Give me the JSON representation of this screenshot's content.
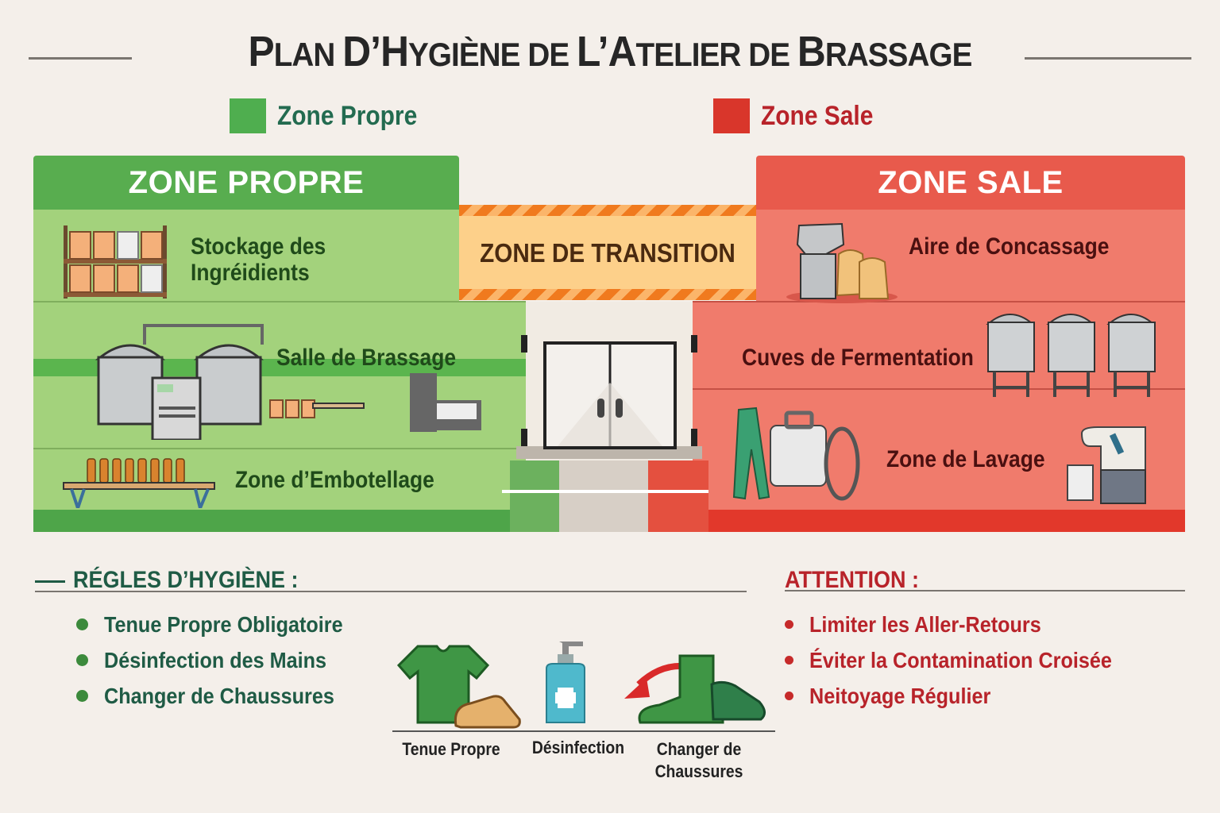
{
  "header": {
    "title_parts": [
      "P",
      "LAN ",
      "D’H",
      "YGIÈNE ",
      "DE ",
      "L’A",
      "TELIER ",
      "DE ",
      "B",
      "RASSAGE"
    ],
    "title": "Plan d’Hygiène de l’Atelier de Brassage"
  },
  "legend": [
    {
      "label": "Zone Propre",
      "color": "#4fae4f",
      "text_color": "#236b50"
    },
    {
      "label": "Zone Sale",
      "color": "#d9362b",
      "text_color": "#b8232a"
    }
  ],
  "zones": {
    "clean": {
      "title": "ZONE PROPRE",
      "header_color": "#58ad4f",
      "body_color": "#a3d27c",
      "areas": [
        {
          "label_line1": "Stockage des",
          "label_line2": "Ingréidients",
          "icon": "shelf-boxes-icon"
        },
        {
          "label": "Salle de Brassage",
          "icon": "brewing-tanks-icon"
        },
        {
          "label": "Zone d’Embotellage",
          "icon": "bottling-table-icon"
        }
      ]
    },
    "transition": {
      "title": "ZONE DE TRANSITION",
      "color": "#fdd08a",
      "icon": "double-door-icon"
    },
    "dirty": {
      "title": "ZONE SALE",
      "header_color": "#e85a4c",
      "body_color": "#f07b6c",
      "areas": [
        {
          "label": "Aire de Concassage",
          "icon": "grain-mill-icon"
        },
        {
          "label": "Cuves de Fermentation",
          "icon": "fermentation-tanks-icon"
        },
        {
          "label": "Zone de Lavage",
          "icon": "washing-equipment-icon"
        }
      ]
    }
  },
  "rules": {
    "title": "RÉGLES D’HYGIÈNE :",
    "color": "#1f5b45",
    "bullet_color": "#3c8a3c",
    "items": [
      "Tenue Propre Obligatoire",
      "Désinfection des Mains",
      "Changer de Chaussures"
    ]
  },
  "icons_row": [
    {
      "caption": "Tenue Propre",
      "icon": "shirt-shoes-icon"
    },
    {
      "caption": "Désinfection",
      "icon": "sanitizer-bottle-icon"
    },
    {
      "caption_line1": "Changer de",
      "caption_line2": "Chaussures",
      "icon": "change-boots-icon"
    }
  ],
  "attention": {
    "title": "ATTENTION :",
    "color": "#b8232a",
    "items": [
      "Limiter les Aller-Retours",
      "Éviter la Contamination Croisée",
      "Neitoyage Régulier"
    ]
  }
}
